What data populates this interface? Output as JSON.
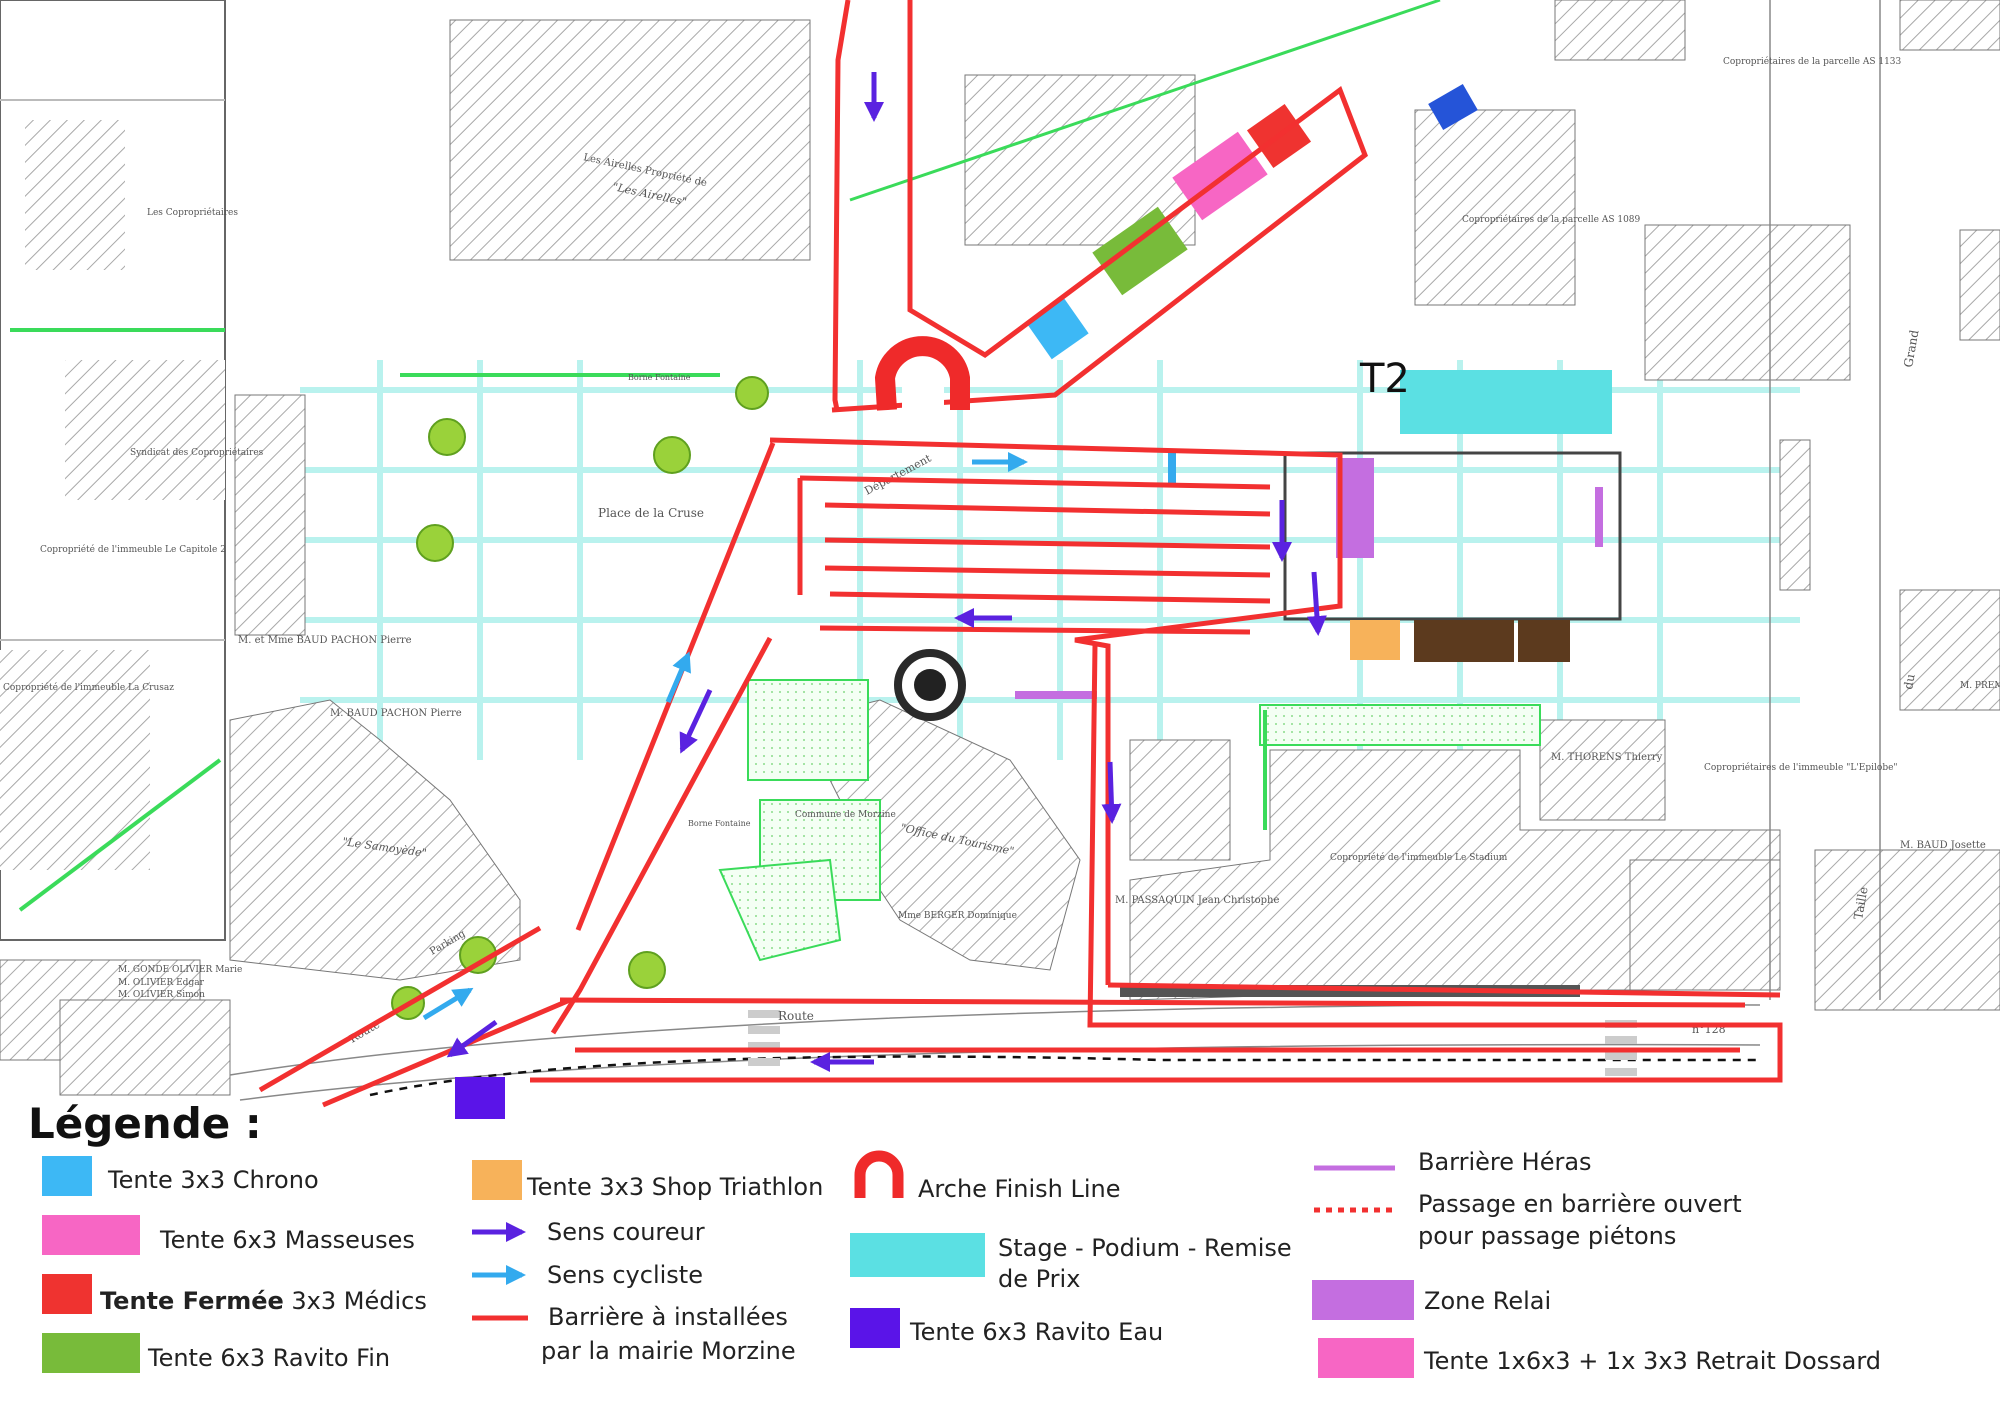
{
  "colors": {
    "barrier": "#f23030",
    "runner": "#5a22e0",
    "cyclist": "#33aaee",
    "chrono": "#3db8f5",
    "masseuses": "#f766c4",
    "medics": "#ef3330",
    "ravito_fin": "#78bb3a",
    "shop": "#f7b25a",
    "stage": "#5be0e3",
    "ravito_eau": "#5a14e8",
    "heras": "#c46ee0",
    "zone_relai": "#c46ee0",
    "dossard": "#f766c4",
    "dossard_brown": "#5c3a1e",
    "plan_green": "#3adb5a",
    "plan_cyan": "#7ef0e6",
    "plan_hatch": "#999999"
  },
  "map": {
    "zone_label": "T2",
    "plan_labels": {
      "place": "Place de la Cruse",
      "office": "\"Office du Tourisme\"",
      "airelles": "\"Les Airelles\"",
      "airelles_sub": "Les Airelles Propriété de",
      "samoyede": "\"Le Samoyède\"",
      "route_bottom": "Route",
      "route_left": "Route",
      "parking": "Parking",
      "grand": "Grand",
      "du": "du",
      "taille": "Taille",
      "departement": "Département",
      "n128": "n°128",
      "thorens": "M. THORENS Thierry",
      "passaquin": "M. PASSAQUIN Jean Christophe",
      "stadium": "Copropriété de l'immeuble Le Stadium",
      "epilobe": "Copropriétaires de l'immeuble \"L'Epilobe\"",
      "bauds": "M. BAUD Josette",
      "baud_pachon_1": "M. et Mme BAUD PACHON Pierre",
      "baud_pachon_2": "M. BAUD PACHON Pierre",
      "as1133": "Copropriétaires de la parcelle AS 1133",
      "as1089": "Copropriétaires de la parcelle AS 1089",
      "cruse_imm": "Copropriété de l'immeuble La Crusaz",
      "capitole": "Copropriété de l'immeuble Le Capitole 2",
      "les_copro": "Les Copropriétaires",
      "syndicat": "Syndicat des Copropriétaires",
      "olivier_1": "M. OLIVIER Edgar",
      "olivier_2": "M. OLIVIER Simon",
      "olivier_3": "M. GONDE OLIVIER Marie",
      "morzine": "Commune de Morzine",
      "berger": "Mme BERGER Dominique",
      "prem": "M. PREM",
      "borne": "Borne Fontaine",
      "borne2": "Borne Fontaine"
    }
  },
  "legend": {
    "title": "Légende :",
    "items": {
      "chrono": "Tente 3x3 Chrono",
      "masseuses": "Tente 6x3 Masseuses",
      "medics_bold": "Tente Fermée",
      "medics_rest": " 3x3 Médics",
      "ravito_fin": "Tente 6x3 Ravito Fin",
      "shop": "Tente 3x3 Shop Triathlon",
      "sens_coureur": "Sens coureur",
      "sens_cycliste": "Sens cycliste",
      "barriere_1": "Barrière à installées",
      "barriere_2": "par la mairie Morzine",
      "arche": "Arche Finish Line",
      "stage_1": "Stage - Podium - Remise",
      "stage_2": "de Prix",
      "ravito_eau": "Tente 6x3 Ravito Eau",
      "heras": "Barrière Héras",
      "passage_1": "Passage en barrière ouvert",
      "passage_2": "pour passage piétons",
      "zone_relai": "Zone Relai",
      "dossard": "Tente 1x6x3 + 1x 3x3 Retrait Dossard"
    }
  }
}
